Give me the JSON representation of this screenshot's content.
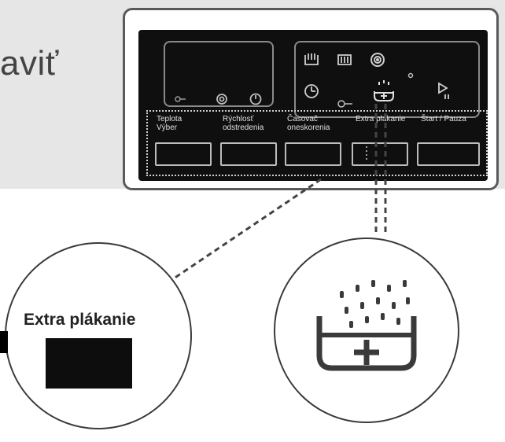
{
  "heading_fragment": "aviť",
  "panel": {
    "buttons": [
      {
        "label_line1": "Teplota",
        "label_line2": "Výber"
      },
      {
        "label_line1": "Rýchlosť",
        "label_line2": "odstredenia"
      },
      {
        "label_line1": "Časovač",
        "label_line2": "oneskorenia"
      },
      {
        "label_line1": "Extra plákanie",
        "label_line2": ""
      },
      {
        "label_line1": "Štart / Pauza",
        "label_line2": ""
      }
    ]
  },
  "zoom": {
    "button_label": "Extra plákanie"
  },
  "icons": {
    "display_left": [
      "key-icon",
      "spiral-icon",
      "clock-icon"
    ],
    "display_right": [
      "cotton-icon",
      "synthetic-icon",
      "spin-icon",
      "dot-icon",
      "timer-icon",
      "extra-rinse-icon",
      "start-icon",
      "lock-icon"
    ],
    "magnified": "extra-rinse-icon"
  },
  "colors": {
    "panel": "#0f0f0f",
    "band": "#e6e6e6",
    "frame": "#5a5a5a"
  }
}
